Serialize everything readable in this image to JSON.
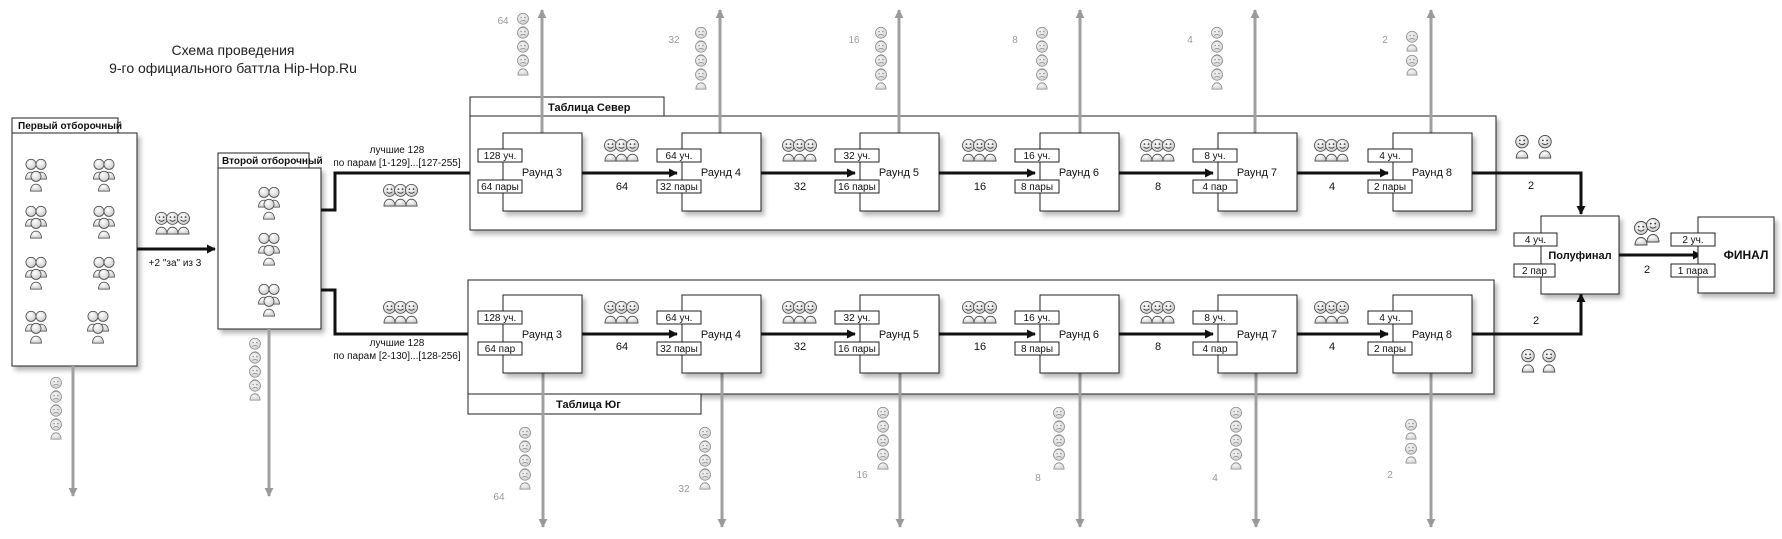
{
  "title": {
    "line1": "Схема проведения",
    "line2": "9-го официального баттла Hip-Hop.Ru"
  },
  "qual1": {
    "label": "Первый отборочный"
  },
  "qual2": {
    "label": "Второй отборочный"
  },
  "qual_transition": "+2 \"за\" из 3",
  "north": {
    "table_label": "Таблица Север",
    "entry_line1": "лучшие 128",
    "entry_line2": "по парам [1-129]...[127-255]",
    "rounds": [
      {
        "name": "Раунд 3",
        "participants": "128 уч.",
        "pairs": "64 пары"
      },
      {
        "name": "Раунд 4",
        "participants": "64 уч.",
        "pairs": "32 пары"
      },
      {
        "name": "Раунд 5",
        "participants": "32 уч.",
        "pairs": "16 пары"
      },
      {
        "name": "Раунд 6",
        "participants": "16 уч.",
        "pairs": "8 пары"
      },
      {
        "name": "Раунд 7",
        "participants": "8 уч.",
        "pairs": "4 пар"
      },
      {
        "name": "Раунд 8",
        "participants": "4 уч.",
        "pairs": "2 пары"
      }
    ],
    "advance_counts": [
      "64",
      "32",
      "16",
      "8",
      "4",
      "2"
    ],
    "eliminated_counts": [
      "64",
      "32",
      "16",
      "8",
      "4",
      "2"
    ]
  },
  "south": {
    "table_label": "Таблица Юг",
    "entry_line1": "лучшие 128",
    "entry_line2": "по парам [2-130]...[128-256]",
    "rounds": [
      {
        "name": "Раунд 3",
        "participants": "128 уч.",
        "pairs": "64 пар"
      },
      {
        "name": "Раунд 4",
        "participants": "64 уч.",
        "pairs": "32 пары"
      },
      {
        "name": "Раунд 5",
        "participants": "32 уч.",
        "pairs": "16 пары"
      },
      {
        "name": "Раунд 6",
        "participants": "16 уч.",
        "pairs": "8 пары"
      },
      {
        "name": "Раунд 7",
        "participants": "8 уч.",
        "pairs": "4 пар"
      },
      {
        "name": "Раунд 8",
        "participants": "4 уч.",
        "pairs": "2 пары"
      }
    ],
    "advance_counts": [
      "64",
      "32",
      "16",
      "8",
      "4",
      "2"
    ],
    "eliminated_counts": [
      "64",
      "32",
      "16",
      "8",
      "4",
      "2"
    ]
  },
  "semifinal": {
    "name": "Полуфинал",
    "participants": "4 уч.",
    "pairs": "2 пар",
    "advance": "2"
  },
  "final": {
    "name": "ФИНАЛ",
    "participants": "2 уч.",
    "pairs": "1 пара"
  }
}
